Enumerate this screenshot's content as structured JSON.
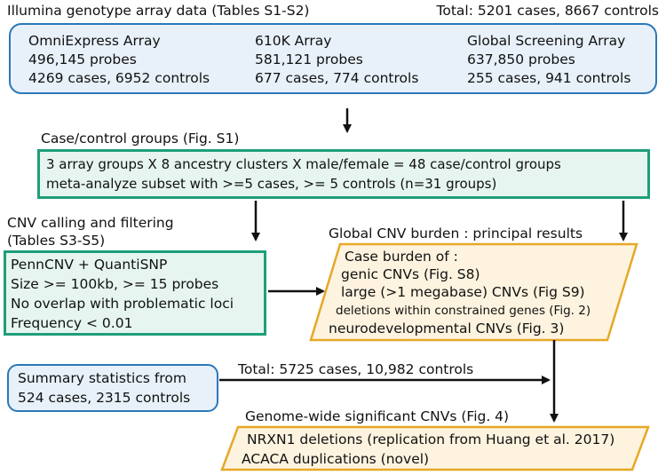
{
  "header": {
    "title": "Illumina genotype array data (Tables S1-S2)",
    "total": "Total: 5201 cases, 8667 controls"
  },
  "arrays": [
    {
      "name": "OmniExpress Array",
      "probes": "496,145 probes",
      "samples": "4269 cases, 6952 controls"
    },
    {
      "name": "610K Array",
      "probes": "581,121 probes",
      "samples": "677 cases, 774 controls"
    },
    {
      "name": "Global Screening Array",
      "probes": "637,850 probes",
      "samples": "255 cases, 941 controls"
    }
  ],
  "groups": {
    "title": "Case/control groups (Fig. S1)",
    "line1": "3 array groups X 8 ancestry clusters X male/female = 48 case/control groups",
    "line2": "meta-analyze subset with >=5 cases, >= 5 controls (n=31 groups)"
  },
  "cnv_calling": {
    "title1": "CNV calling and filtering",
    "title2": "(Tables S3-S5)",
    "lines": [
      "PennCNV + QuantiSNP",
      "Size >= 100kb, >= 15 probes",
      "No overlap with problematic loci",
      "Frequency < 0.01"
    ]
  },
  "burden": {
    "title": "Global CNV burden : principal results",
    "lines": [
      "Case burden of :",
      "genic CNVs (Fig. S8)",
      "large (>1 megabase) CNVs (Fig S9)",
      "deletions within constrained genes (Fig. 2)",
      "neurodevelopmental CNVs (Fig. 3)"
    ]
  },
  "summary": {
    "line1": "Summary statistics from",
    "line2": "524 cases, 2315 controls",
    "total": "Total: 5725 cases, 10,982 controls"
  },
  "gws": {
    "title": "Genome-wide significant CNVs (Fig. 4)",
    "lines": [
      "NRXN1 deletions (replication from Huang et al. 2017)",
      "ACACA duplications (novel)"
    ]
  }
}
